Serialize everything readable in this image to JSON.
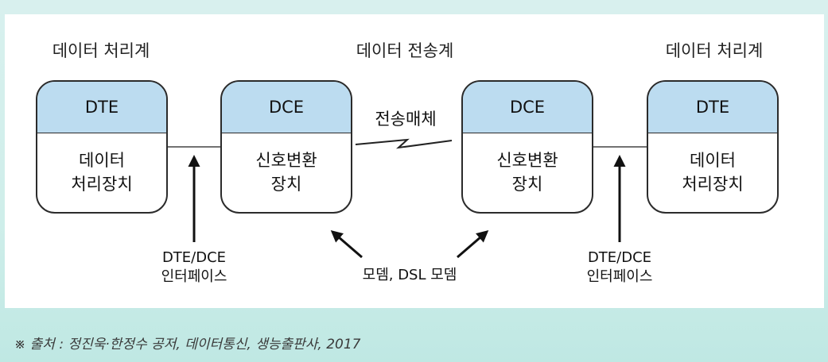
{
  "headings": {
    "left": "데이터 처리계",
    "center": "데이터 전송계",
    "right": "데이터 처리계"
  },
  "boxes": [
    {
      "head": "DTE",
      "line1": "데이터",
      "line2": "처리장치"
    },
    {
      "head": "DCE",
      "line1": "신호변환",
      "line2": "장치"
    },
    {
      "head": "DCE",
      "line1": "신호변환",
      "line2": "장치"
    },
    {
      "head": "DTE",
      "line1": "데이터",
      "line2": "처리장치"
    }
  ],
  "medium_label": "전송매체",
  "interface_labels": {
    "left": {
      "line1": "DTE/DCE",
      "line2": "인터페이스"
    },
    "right": {
      "line1": "DTE/DCE",
      "line2": "인터페이스"
    }
  },
  "modem_label": "모뎀, DSL 모뎀",
  "footnote": "※ 출처 : 정진욱·한정수 공저, 데이터통신, 생능출판사, 2017",
  "colors": {
    "box_header": "#bcdcf0",
    "background": "#cfeeea",
    "line": "#2b2b2b"
  }
}
